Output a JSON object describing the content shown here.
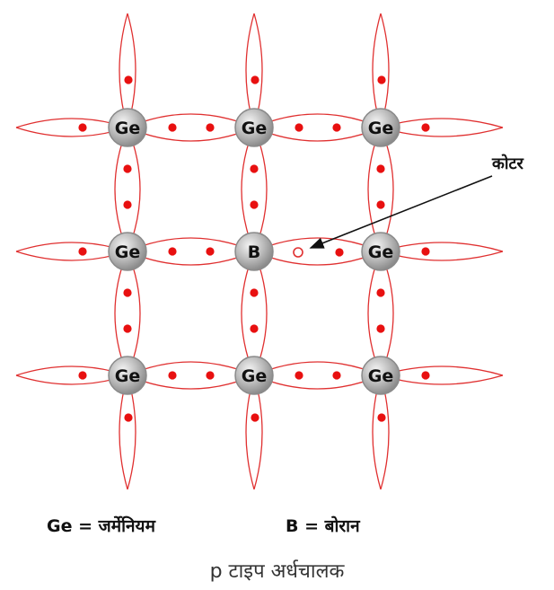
{
  "atoms": [
    [
      "Ge",
      "Ge",
      "Ge"
    ],
    [
      "Ge",
      "B",
      "Ge"
    ],
    [
      "Ge",
      "Ge",
      "Ge"
    ]
  ],
  "hole_label": "कोटर",
  "legend": {
    "ge": "Ge = जर्मेनियम",
    "b": "B = बोरान"
  },
  "caption": "p टाइप अर्धचालक",
  "colors": {
    "bond": "#e03030",
    "electron": "#e81010",
    "atom_fill": "#bdbdbd",
    "atom_stroke": "#8a8a8a",
    "arrow": "#111111"
  }
}
